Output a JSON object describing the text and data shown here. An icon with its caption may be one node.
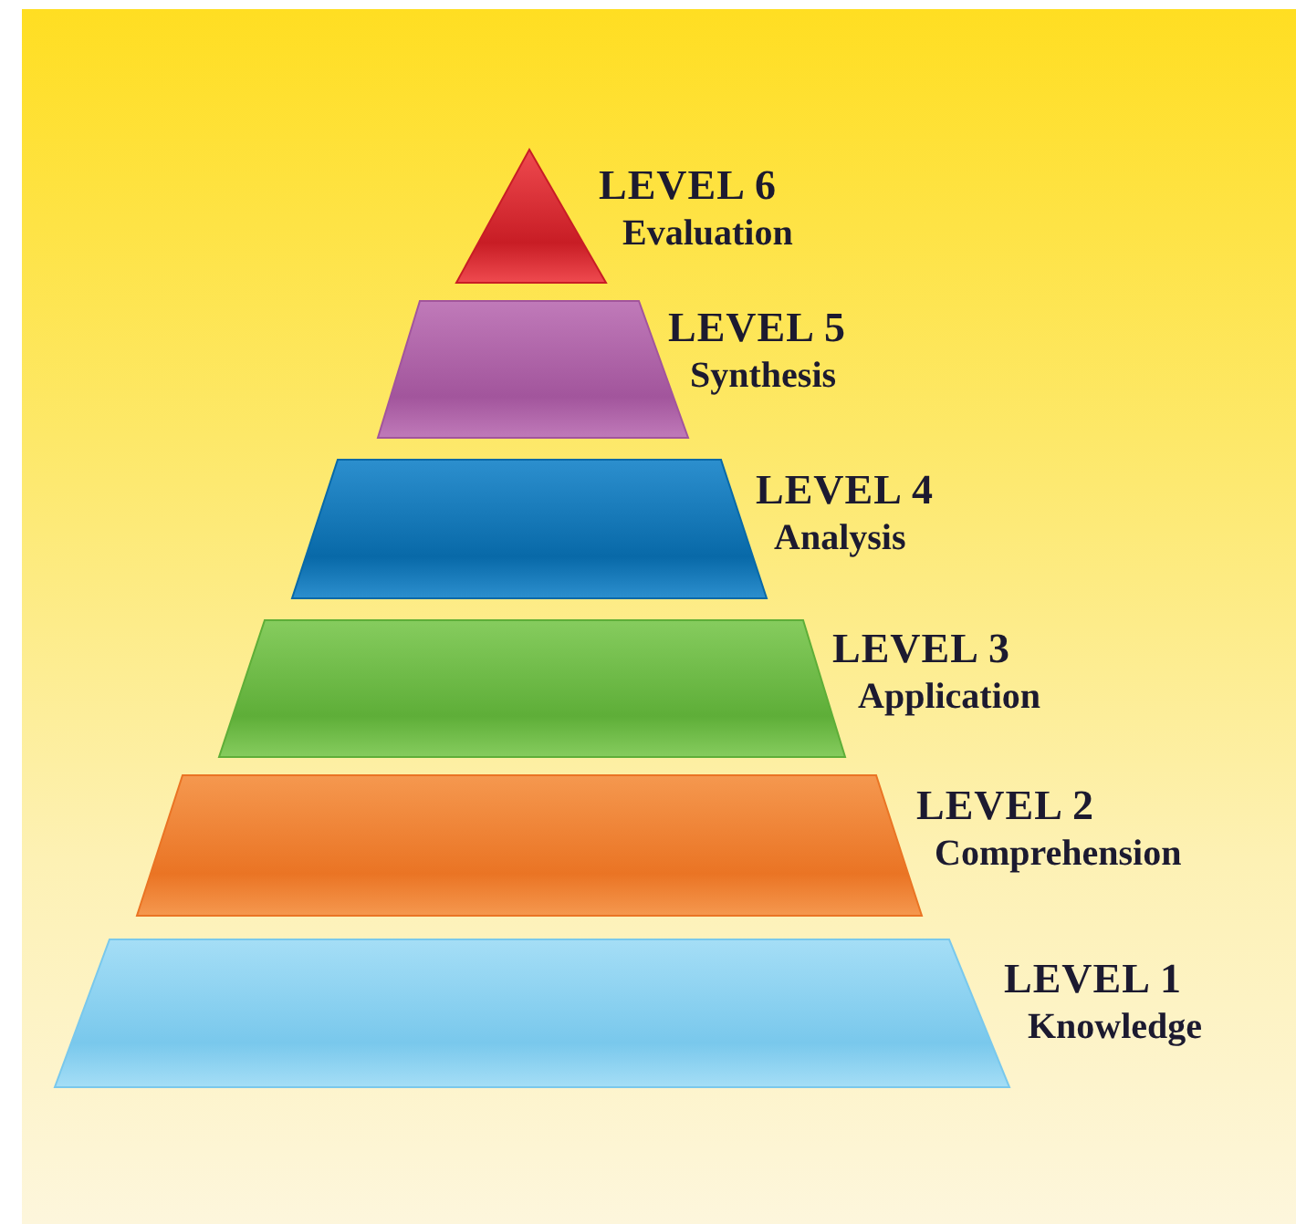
{
  "diagram": {
    "nodes": [
      {
        "text": [
          "LEVEL 6",
          "Evaluation"
        ]
      },
      {
        "text": [
          "LEVEL 5",
          "Synthesis"
        ]
      },
      {
        "text": [
          "LEVEL 4",
          "Analysis"
        ]
      },
      {
        "text": [
          "LEVEL 3",
          "Application"
        ]
      },
      {
        "text": [
          "LEVEL 2",
          "Comprehension"
        ]
      },
      {
        "text": [
          "LEVEL 1",
          "Knowledge"
        ]
      }
    ]
  }
}
